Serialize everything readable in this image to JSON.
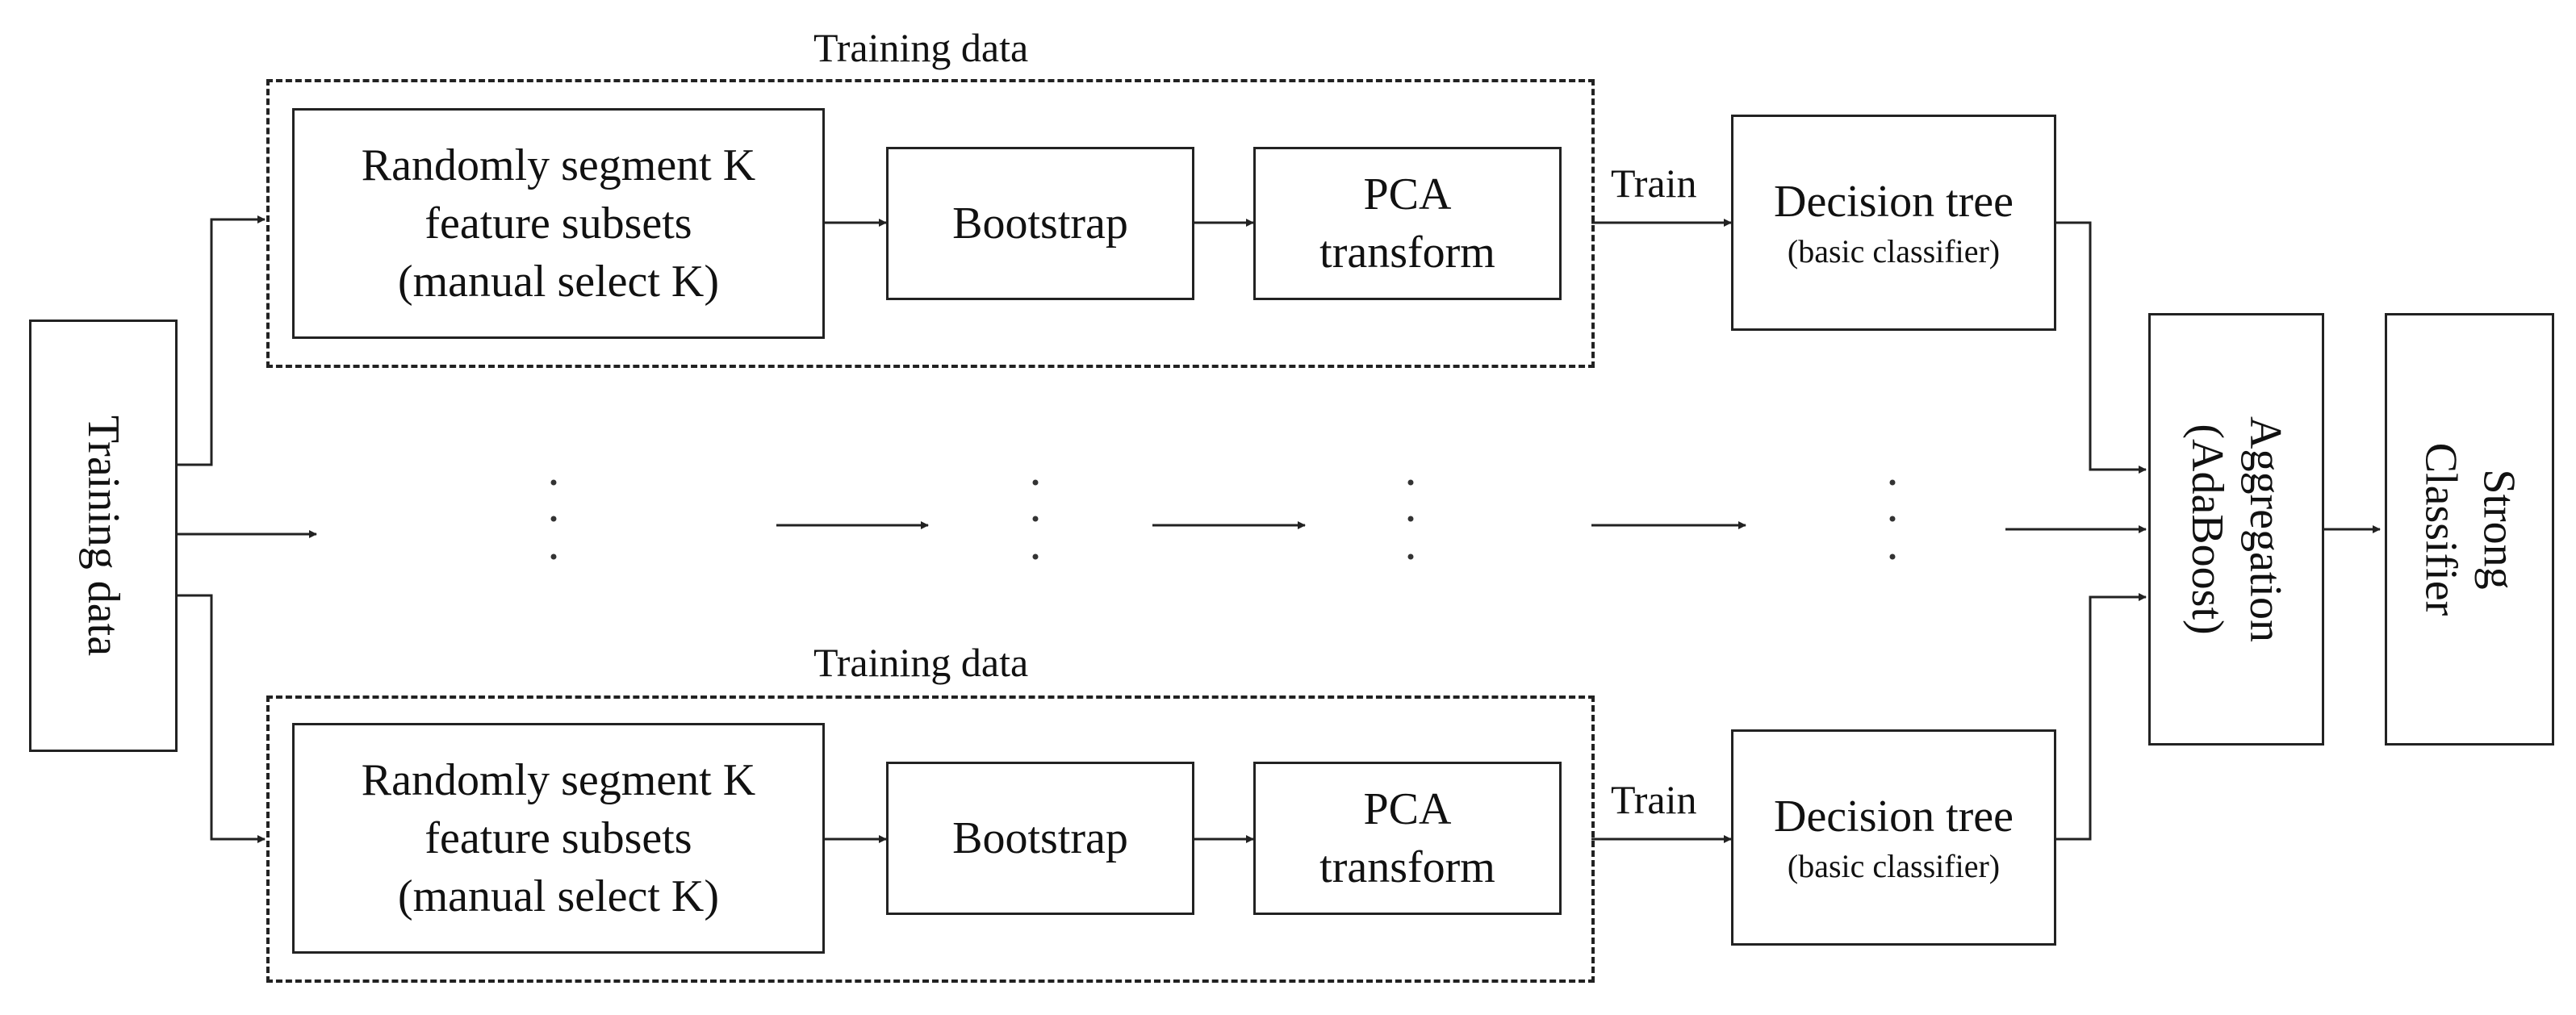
{
  "input": {
    "label": "Training data"
  },
  "branches": [
    {
      "group_label": "Training data",
      "segment": [
        "Randomly segment K",
        "feature subsets",
        "(manual select K)"
      ],
      "bootstrap": "Bootstrap",
      "pca": [
        "PCA",
        "transform"
      ],
      "train_label": "Train",
      "tree_title": "Decision tree",
      "tree_sub": "(basic classifier)"
    },
    {
      "group_label": "Training data",
      "segment": [
        "Randomly segment K",
        "feature subsets",
        "(manual select K)"
      ],
      "bootstrap": "Bootstrap",
      "pca": [
        "PCA",
        "transform"
      ],
      "train_label": "Train",
      "tree_title": "Decision tree",
      "tree_sub": "(basic classifier)"
    }
  ],
  "aggregation": [
    "Aggregation",
    "(AdaBoost)"
  ],
  "output": [
    "Strong",
    "Classifier"
  ]
}
